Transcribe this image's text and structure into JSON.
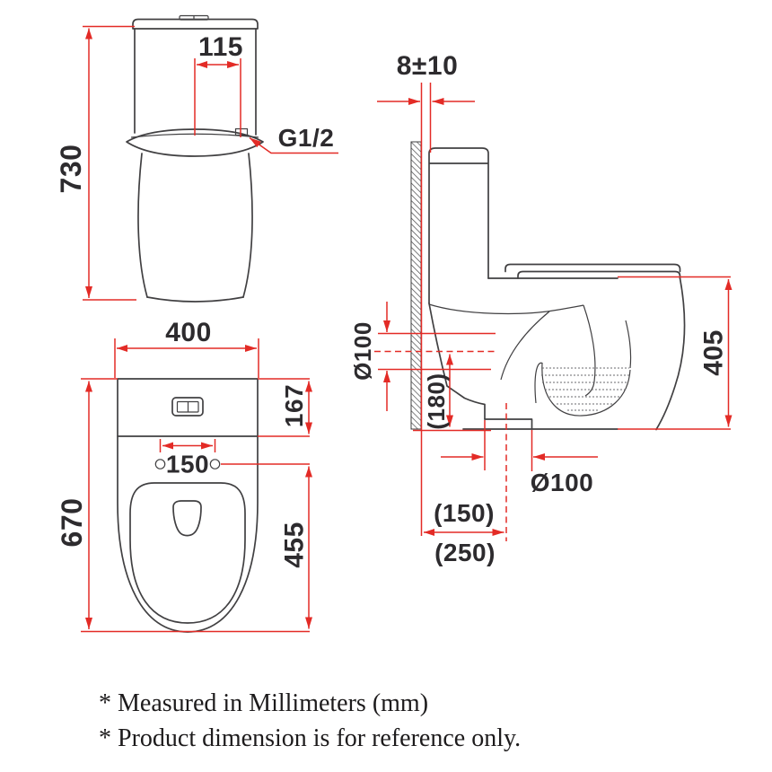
{
  "front_view": {
    "height_label": "730",
    "valve_offset_label": "115",
    "inlet_thread_label": "G1/2"
  },
  "top_view": {
    "width_label": "400",
    "depth_label": "670",
    "tank_depth_label": "167",
    "seat_hole_spacing_label": "150",
    "bowl_length_label": "455"
  },
  "side_view": {
    "wall_gap_label": "8±10",
    "rim_height_label": "405",
    "wall_drain_diameter_label": "Ø100",
    "drain_center_height_label": "(180)",
    "floor_drain_diameter_label": "Ø100",
    "rough_in_label": "(150)",
    "rough_in_alt_label": "(250)"
  },
  "footnotes": {
    "line1": "* Measured in Millimeters (mm)",
    "line2": "* Product dimension is for reference only."
  },
  "colors": {
    "dimension_red": "#e32b26",
    "outline": "#414042",
    "label_text": "#2d2b2e"
  }
}
